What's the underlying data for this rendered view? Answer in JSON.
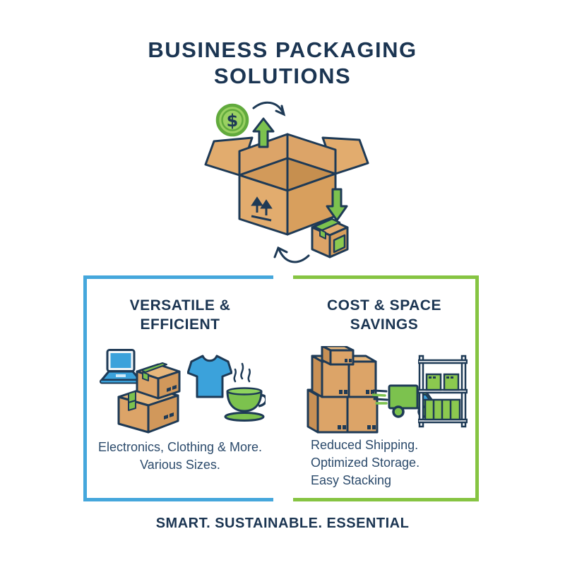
{
  "title": {
    "line1": "BUSINESS PACKAGING",
    "line2": "SOLUTIONS"
  },
  "hero": {
    "currency_symbol": "$",
    "subject": "open shipping box with money coin, packing arrows and sealed parcel"
  },
  "panels": {
    "left": {
      "heading": {
        "line1": "VERSATILE &",
        "line2": "EFFICIENT"
      },
      "caption": {
        "line1": "Electronics, Clothing & More.",
        "line2": "Various Sizes."
      },
      "border_color": "#45a7dc",
      "icons": [
        "laptop-icon",
        "stacked-boxes-icon",
        "tshirt-icon",
        "coffee-cup-icon"
      ]
    },
    "right": {
      "heading": {
        "line1": "COST & SPACE",
        "line2": "SAVINGS"
      },
      "caption": {
        "line1": "Reduced Shipping.",
        "line2": "Optimized Storage.",
        "line3": "Easy Stacking"
      },
      "border_color": "#86c442",
      "icons": [
        "box-stack-icon",
        "delivery-truck-icon",
        "storage-rack-icon"
      ]
    }
  },
  "tagline": "SMART. SUSTAINABLE. ESSENTIAL",
  "colors": {
    "navy_outline": "#1e3a56",
    "heading_navy": "#1b3552",
    "body_navy": "#2b4a6b",
    "blue_accent": "#3ba2db",
    "panel_blue": "#45a7dc",
    "green_accent": "#7cc24e",
    "panel_green": "#86c442",
    "coin_green": "#9ad162",
    "box_tan": "#dca468",
    "box_tan_dark": "#d1985b",
    "box_tan_light": "#e7b77c"
  }
}
